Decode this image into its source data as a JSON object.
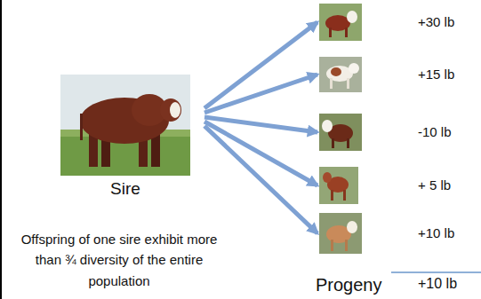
{
  "diagram": {
    "nodes": [
      {
        "text": [
          "Sire"
        ]
      },
      {
        "text": [
          "+30 lb"
        ]
      },
      {
        "text": [
          "+15 lb"
        ]
      },
      {
        "text": [
          "-10 lb"
        ]
      },
      {
        "text": [
          "+ 5 lb"
        ]
      },
      {
        "text": [
          "+10 lb"
        ]
      }
    ],
    "edges": [
      {
        "from": 0,
        "to": 1,
        "arrow": "to"
      },
      {
        "from": 0,
        "to": 2,
        "arrow": "to"
      },
      {
        "from": 0,
        "to": 3,
        "arrow": "to"
      },
      {
        "from": 0,
        "to": 4,
        "arrow": "to"
      },
      {
        "from": 0,
        "to": 5,
        "arrow": "to"
      }
    ],
    "labels": [
      "Progeny",
      "+10 lb",
      "Offspring of one sire exhibit more than ¾ diversity of the entire population"
    ]
  }
}
